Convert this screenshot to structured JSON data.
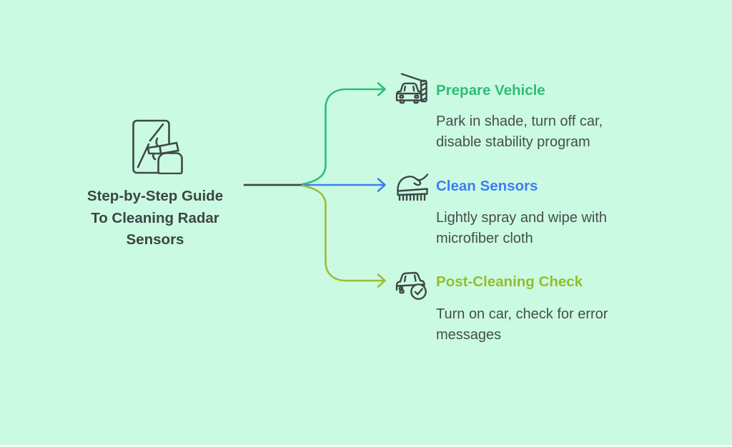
{
  "root": {
    "title": "Step-by-Step Guide To Cleaning Radar Sensors",
    "icon": "window-spray-icon"
  },
  "branches": [
    {
      "label": "Prepare Vehicle",
      "description": "Park in shade, turn off car, disable stability program",
      "color": "#2EBE77",
      "icon": "car-barrier-icon"
    },
    {
      "label": "Clean Sensors",
      "description": "Lightly spray and wipe with microfiber cloth",
      "color": "#3E7EF2",
      "icon": "hand-brush-icon"
    },
    {
      "label": "Post-Cleaning Check",
      "description": "Turn on car, check for error messages",
      "color": "#93BE2C",
      "icon": "car-check-icon"
    }
  ],
  "colors": {
    "background": "#CBFAE3",
    "stroke_dark": "#3F4A46",
    "icon_stroke": "#3D4945",
    "text_title": "#3C4642",
    "text_body": "#454E4A",
    "line_green": "#2EBE77",
    "line_blue": "#3E7EF2",
    "line_olive": "#9CBE33"
  }
}
